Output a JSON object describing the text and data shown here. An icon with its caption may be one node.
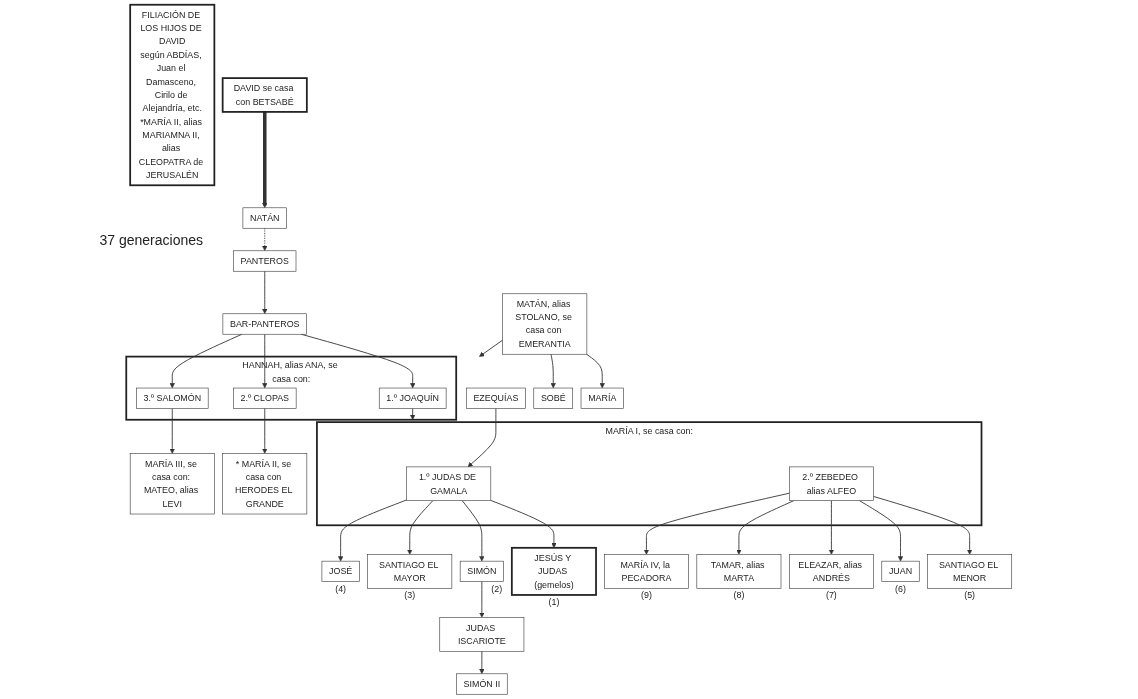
{
  "diagram": {
    "nodes": [
      {
        "text": [
          "FILIACIÓN DE LOS HIJOS DE DAVID",
          "según ABDÍAS, Juan el Damasceno, Cirilo de Alejandría, etc.",
          "*MARÍA II, alias MARIAMNA II, alias CLEOPATRA de JERUSALÉN"
        ]
      },
      {
        "text": [
          "DAVID se casa con BETSABÉ"
        ]
      },
      {
        "text": [
          "NATÁN"
        ]
      },
      {
        "text": [
          "PANTEROS"
        ]
      },
      {
        "text": [
          "BAR-PANTEROS"
        ]
      },
      {
        "text": [
          "MATÁN, alias STOLANO, se casa con EMERANTIA"
        ]
      },
      {
        "text": [
          "MARÍA"
        ]
      },
      {
        "text": [
          "SOBÉ"
        ]
      },
      {
        "text": [
          "HANNAH, alias ANA, se casa con:"
        ]
      },
      {
        "text": [
          "1.º JOAQUÍN"
        ],
        "in": 8
      },
      {
        "text": [
          "2.º CLOPAS"
        ],
        "in": 8
      },
      {
        "text": [
          "3.º SALOMÓN"
        ],
        "in": 8
      },
      {
        "text": [
          "MARÍA I, se casa con:"
        ]
      },
      {
        "text": [
          "1.º JUDAS DE GAMALA"
        ],
        "in": 12
      },
      {
        "text": [
          "2.º ZEBEDEO alias ALFEO"
        ],
        "in": 12
      },
      {
        "text": [
          "* MARÍA II, se casa con HERODES EL GRANDE"
        ]
      },
      {
        "text": [
          "MARÍA III, se casa con: MATEO, alias LEVI"
        ]
      },
      {
        "text": [
          "EZEQUÍAS"
        ]
      },
      {
        "text": [
          "JESÚS Y JUDAS (gemelos)"
        ],
        "beside": [
          "(1)"
        ]
      },
      {
        "text": [
          "SIMÓN"
        ],
        "beside": [
          "(2)"
        ]
      },
      {
        "text": [
          "SANTIAGO EL MAYOR"
        ],
        "beside": [
          "(3)"
        ]
      },
      {
        "text": [
          "JOSÉ"
        ],
        "beside": [
          "(4)"
        ]
      },
      {
        "text": [
          "JUDAS ISCARIOTE"
        ]
      },
      {
        "text": [
          "SIMÓN II"
        ]
      },
      {
        "text": [
          "SANTIAGO EL MENOR"
        ],
        "beside": [
          "(5)"
        ]
      },
      {
        "text": [
          "JUAN"
        ],
        "beside": [
          "(6)"
        ]
      },
      {
        "text": [
          "ELEAZAR, alias ANDRÉS"
        ],
        "beside": [
          "(7)"
        ]
      },
      {
        "text": [
          "TAMAR, alias MARTA"
        ],
        "beside": [
          "(8)"
        ]
      },
      {
        "text": [
          "MARÍA IV, la PECADORA"
        ],
        "beside": [
          "(9)"
        ]
      }
    ],
    "edges": [
      {
        "from": 1,
        "to": 2,
        "arrow": "to",
        "style": "thick"
      },
      {
        "from": 2,
        "to": 3,
        "arrow": "to",
        "style": "dashed"
      },
      {
        "from": 3,
        "to": 4,
        "arrow": "to"
      },
      {
        "from": 4,
        "to": 9,
        "arrow": "to"
      },
      {
        "from": 4,
        "to": 10,
        "arrow": "to"
      },
      {
        "from": 4,
        "to": 11,
        "arrow": "to"
      },
      {
        "from": 5,
        "to": 6,
        "arrow": "to"
      },
      {
        "from": 5,
        "to": 7,
        "arrow": "to"
      },
      {
        "from": 5,
        "to": 8,
        "arrow": "to"
      },
      {
        "from": 9,
        "to": 12,
        "arrow": "to"
      },
      {
        "from": 10,
        "to": 15,
        "arrow": "to"
      },
      {
        "from": 11,
        "to": 16,
        "arrow": "to"
      },
      {
        "from": 17,
        "to": 13,
        "arrow": "to"
      },
      {
        "from": 13,
        "to": 18,
        "arrow": "to"
      },
      {
        "from": 13,
        "to": 19,
        "arrow": "to"
      },
      {
        "from": 13,
        "to": 20,
        "arrow": "to"
      },
      {
        "from": 13,
        "to": 21,
        "arrow": "to"
      },
      {
        "from": 19,
        "to": 22,
        "arrow": "to"
      },
      {
        "from": 22,
        "to": 23,
        "arrow": "to"
      },
      {
        "from": 14,
        "to": 24,
        "arrow": "to"
      },
      {
        "from": 14,
        "to": 25,
        "arrow": "to"
      },
      {
        "from": 14,
        "to": 26,
        "arrow": "to"
      },
      {
        "from": 14,
        "to": 27,
        "arrow": "to"
      },
      {
        "from": 14,
        "to": 28,
        "arrow": "to"
      }
    ],
    "labels": [
      "37 generaciones"
    ]
  }
}
